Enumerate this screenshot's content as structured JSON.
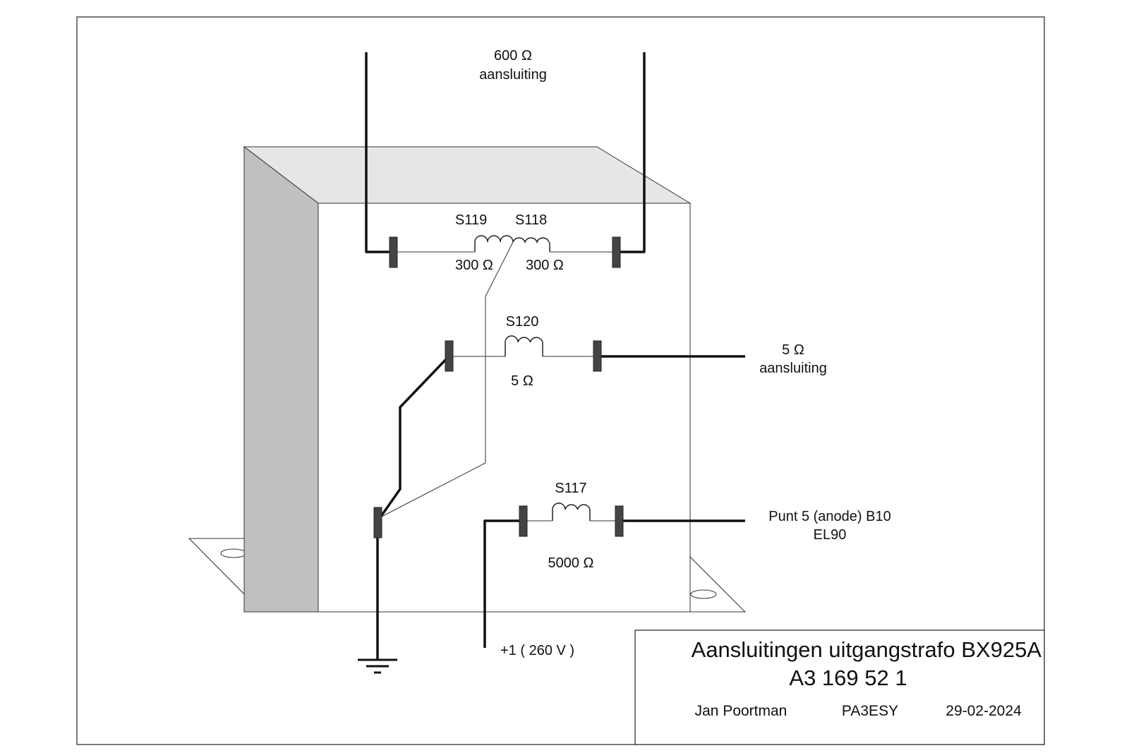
{
  "labels": {
    "conn_600_value": "600 Ω",
    "conn_600_label": "aansluiting",
    "s119": "S119",
    "s118": "S118",
    "s119_ohm": "300 Ω",
    "s118_ohm": "300 Ω",
    "s120": "S120",
    "s120_ohm": "5 Ω",
    "conn_5_value": "5 Ω",
    "conn_5_label": "aansluiting",
    "s117": "S117",
    "s117_ohm": "5000 Ω",
    "anode_line1": "Punt 5 (anode) B10",
    "anode_line2": "EL90",
    "supply": "+1 ( 260 V )"
  },
  "title_block": {
    "title": "Aansluitingen  uitgangstrafo BX925A",
    "number": "A3 169 52 1",
    "author": "Jan Poortman",
    "callsign": "PA3ESY",
    "date": "29-02-2024"
  }
}
